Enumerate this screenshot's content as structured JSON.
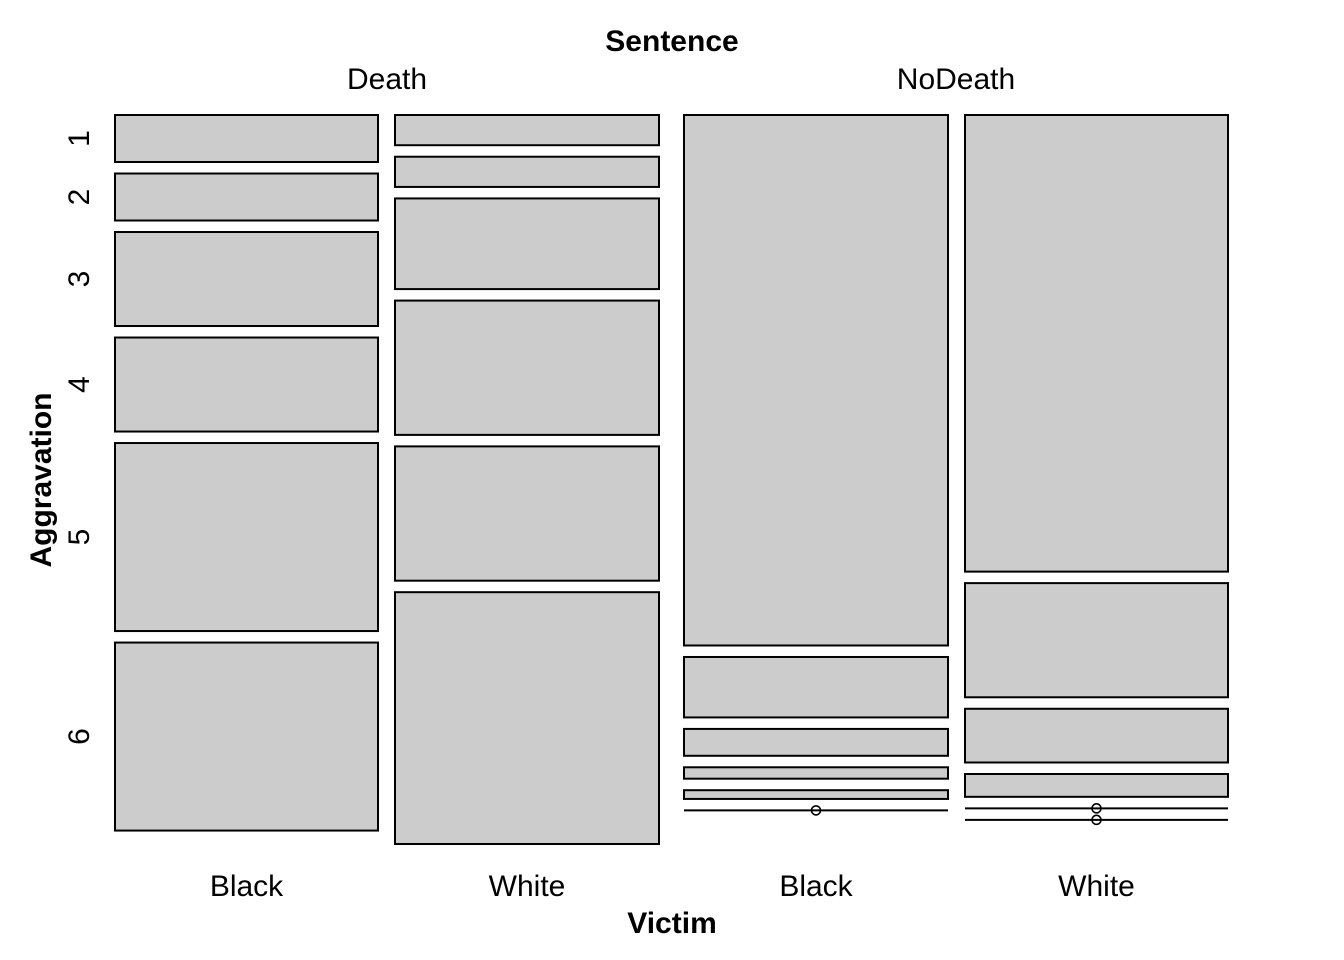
{
  "chart_data": {
    "type": "mosaic",
    "title": "Sentence",
    "xlabel": "Victim",
    "ylabel": "Aggravation",
    "column_variable": {
      "name": "Sentence",
      "levels": [
        "Death",
        "NoDeath"
      ]
    },
    "subcolumn_variable": {
      "name": "Victim",
      "levels": [
        "Black",
        "White"
      ]
    },
    "row_variable": {
      "name": "Aggravation",
      "levels": [
        "1",
        "2",
        "3",
        "4",
        "5",
        "6"
      ]
    },
    "proportions_within_cell": {
      "Death": {
        "Black": [
          0.07,
          0.07,
          0.14,
          0.14,
          0.28,
          0.28
        ],
        "White": [
          0.045,
          0.045,
          0.135,
          0.2,
          0.2,
          0.375
        ]
      },
      "NoDeath": {
        "Black": [
          0.79,
          0.09,
          0.04,
          0.017,
          0.013,
          0.0
        ],
        "White": [
          0.68,
          0.17,
          0.08,
          0.034,
          0.0,
          0.0
        ]
      }
    },
    "fill_color": "#cccccc",
    "stroke_color": "#000000",
    "grid": false,
    "legend": "none"
  }
}
